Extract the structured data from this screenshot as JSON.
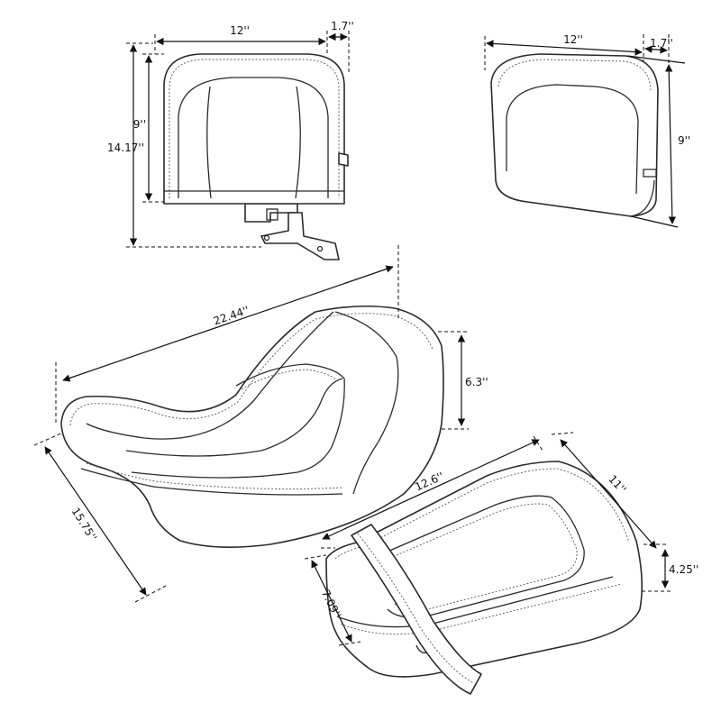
{
  "diagram": {
    "backrest_front": {
      "width": "12''",
      "depth": "1.7''",
      "pad_height": "9''",
      "total_height": "14.17''"
    },
    "backrest_side": {
      "width": "12''",
      "depth": "1.7''",
      "height": "9''"
    },
    "driver_seat": {
      "length": "22.44''",
      "height": "6.3''",
      "width": "15.75''"
    },
    "passenger_seat": {
      "length": "12.6''",
      "width": "11''",
      "front_height": "4.25''",
      "rear_height": "7.09''"
    }
  }
}
